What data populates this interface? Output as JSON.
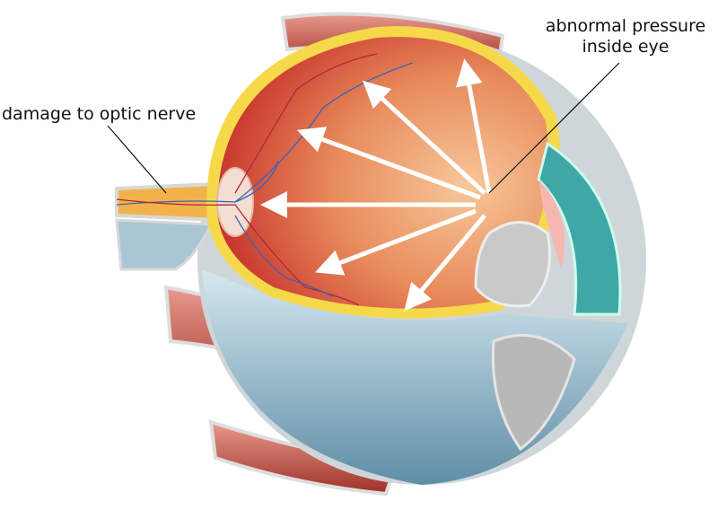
{
  "labels": {
    "optic_nerve": "damage to optic nerve",
    "pressure_line1": "abnormal pressure",
    "pressure_line2": "inside eye"
  },
  "colors": {
    "sclera_blue": "#9ec3d4",
    "retina_red": "#c8302a",
    "interior_orange": "#efa873",
    "yellow_layer": "#f5d94a",
    "muscle": "#c85a4e",
    "cornea_teal": "#3fa7a6",
    "arrow": "#ffffff"
  }
}
